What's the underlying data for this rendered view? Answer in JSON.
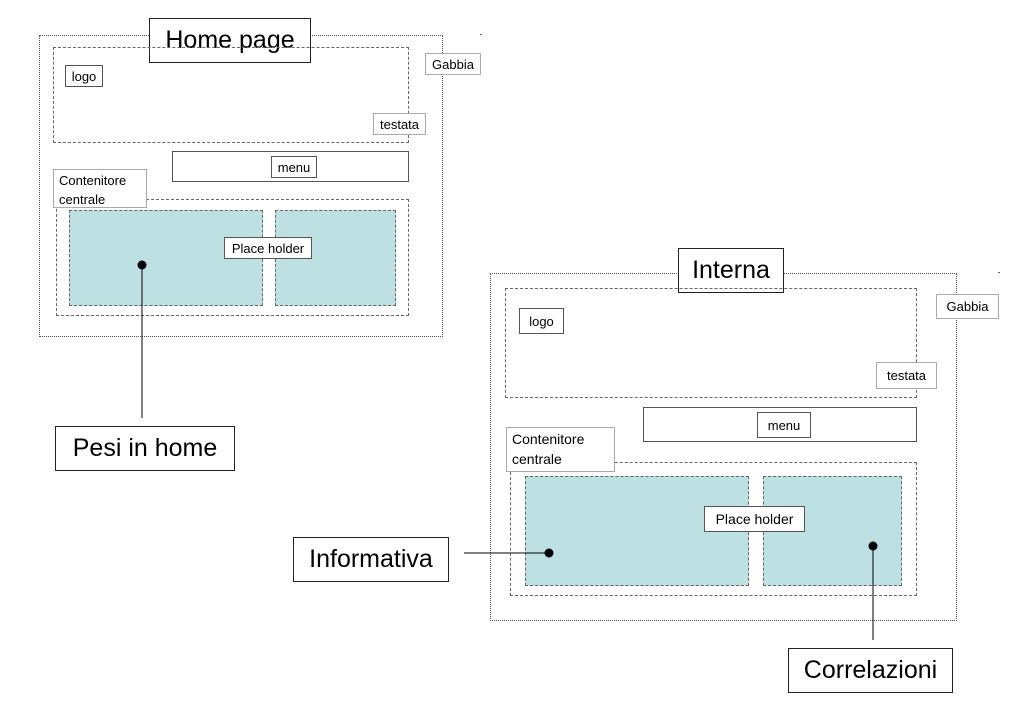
{
  "home": {
    "title": "Home page",
    "gabbia": "Gabbia",
    "logo": "logo",
    "testata": "testata",
    "menu": "menu",
    "contenitore": "Contenitore centrale",
    "placeholder": "Place holder",
    "callout": "Pesi in home"
  },
  "interna": {
    "title": "Interna",
    "gabbia": "Gabbia",
    "logo": "logo",
    "testata": "testata",
    "menu": "menu",
    "contenitore": "Contenitore centrale",
    "placeholder": "Place holder",
    "callout_left": "Informativa",
    "callout_right": "Correlazioni"
  },
  "colors": {
    "placeholder_fill": "#bde0e2",
    "border": "#555555"
  }
}
